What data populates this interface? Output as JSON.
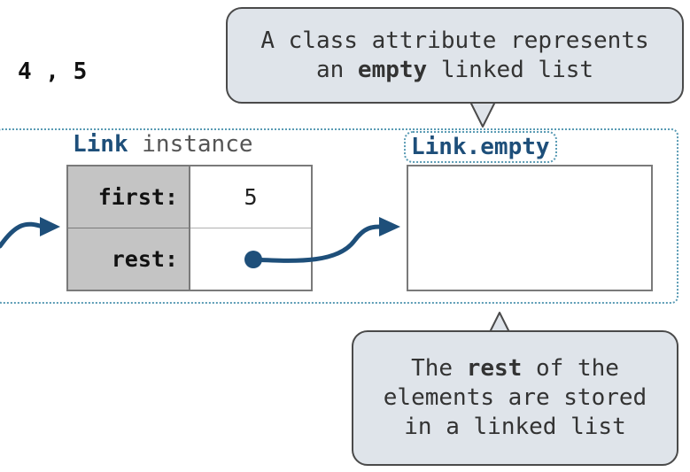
{
  "sequence": "4 , 5",
  "link_instance": {
    "keyword": "Link",
    "suffix": " instance"
  },
  "rows": [
    {
      "label": "first:",
      "value": "5"
    },
    {
      "label": "rest:",
      "value": ""
    }
  ],
  "empty_label": "Link.empty",
  "callout_top": {
    "line1": "A class attribute represents",
    "line2_before": "an ",
    "line2_bold": "empty",
    "line2_after": " linked list"
  },
  "callout_bottom": {
    "line1_before": "The ",
    "line1_bold": "rest",
    "line1_after": " of the",
    "line2": "elements are stored",
    "line3": "in a linked list"
  },
  "colors": {
    "arrow": "#1e4f7a",
    "frame_dots": "#5a9bb4",
    "label_cell": "#c4c4c4",
    "callout_fill": "#dfe4ea"
  }
}
